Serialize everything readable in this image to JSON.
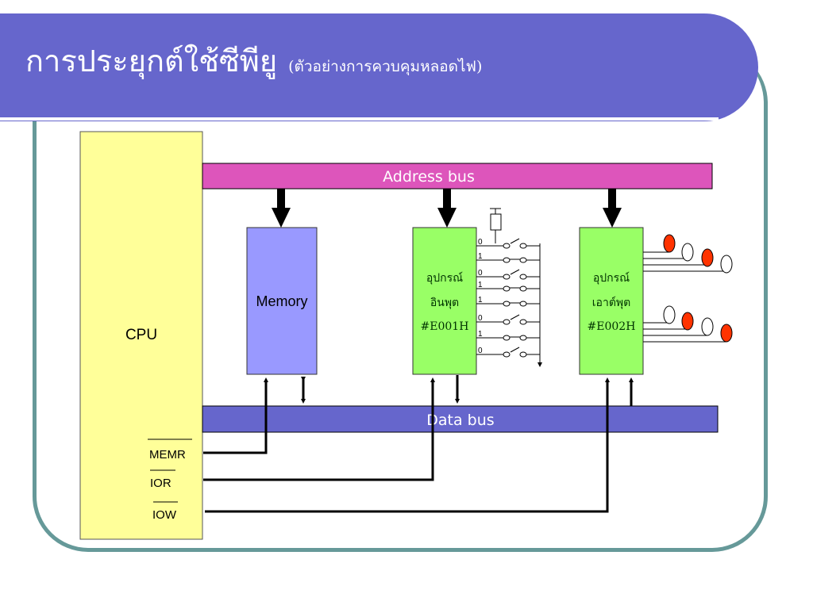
{
  "title": {
    "main": "การประยุกต์ใช้ซีพียู",
    "subtitle": "(ตัวอย่างการควบคุมหลอดไฟ)"
  },
  "colors": {
    "banner": "#6666cc",
    "frame": "#669999",
    "cpu": "#ffff99",
    "memory": "#9999ff",
    "io_device": "#99ff66",
    "address_bus": "#dd55bb",
    "data_bus": "#6666cc",
    "led_on": "#ff3300",
    "led_off": "#ffffff"
  },
  "diagram": {
    "cpu": {
      "label": "CPU"
    },
    "memory": {
      "label": "Memory"
    },
    "address_bus": {
      "label": "Address bus"
    },
    "data_bus": {
      "label": "Data bus"
    },
    "control_signals": [
      {
        "label": "MEMR",
        "active_low": true,
        "target": "memory"
      },
      {
        "label": "IOR",
        "active_low": true,
        "target": "input_device"
      },
      {
        "label": "IOW",
        "active_low": true,
        "target": "output_device"
      }
    ],
    "input_device": {
      "line1": "อุปกรณ์",
      "line2": "อินพุต",
      "address": "#E001H",
      "switch_bits": [
        "0",
        "1",
        "0",
        "1",
        "1",
        "0",
        "1",
        "0"
      ]
    },
    "output_device": {
      "line1": "อุปกรณ์",
      "line2": "เอาต์พุต",
      "address": "#E002H",
      "led_groups": [
        [
          true,
          false,
          true,
          false
        ],
        [
          false,
          true,
          false,
          true
        ]
      ]
    }
  }
}
